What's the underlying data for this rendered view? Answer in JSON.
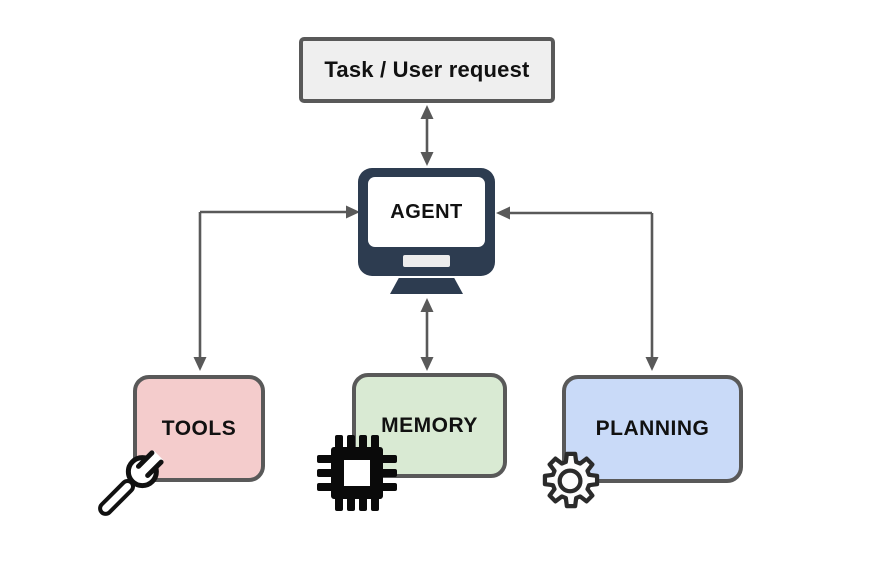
{
  "diagram": {
    "type": "flowchart",
    "background": "#ffffff",
    "colors": {
      "connector": "#595959",
      "node_border": "#595959",
      "text": "#111111",
      "monitor_body": "#2d3c50",
      "monitor_screen": "#ffffff",
      "monitor_slot": "#ececec"
    },
    "nodes": {
      "task": {
        "label": "Task / User request",
        "shape": "rectangle",
        "bg": "#efefef",
        "border": "#595959"
      },
      "agent": {
        "label": "AGENT",
        "shape": "computer-monitor",
        "bg": "#2d3c50",
        "screen_bg": "#ffffff",
        "icon": "computer-monitor-icon"
      },
      "tools": {
        "label": "TOOLS",
        "shape": "rounded-rectangle",
        "bg": "#f4cccc",
        "border": "#595959",
        "icon": "wrench-icon"
      },
      "memory": {
        "label": "MEMORY",
        "shape": "rounded-rectangle",
        "bg": "#d9ead3",
        "border": "#595959",
        "icon": "chip-icon"
      },
      "planning": {
        "label": "PLANNING",
        "shape": "rounded-rectangle",
        "bg": "#c9daf8",
        "border": "#595959",
        "icon": "gear-icon"
      }
    },
    "edges": [
      {
        "from": "task",
        "to": "agent",
        "style": "double-arrow",
        "route": "straight-vertical"
      },
      {
        "from": "tools",
        "to": "agent",
        "style": "double-arrow",
        "route": "elbow"
      },
      {
        "from": "memory",
        "to": "agent",
        "style": "double-arrow",
        "route": "straight-vertical"
      },
      {
        "from": "planning",
        "to": "agent",
        "style": "double-arrow",
        "route": "elbow"
      }
    ]
  }
}
